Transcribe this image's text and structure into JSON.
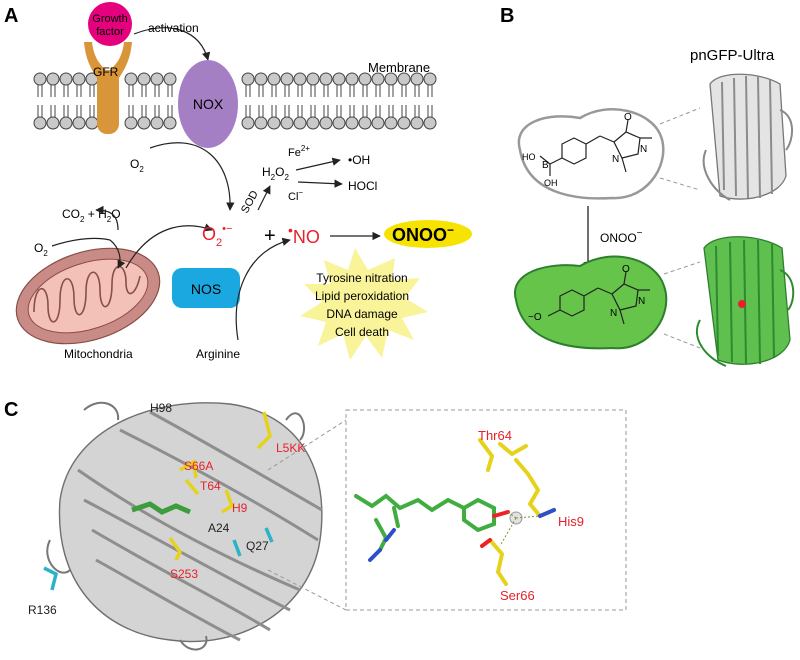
{
  "panels": {
    "a": {
      "letter": "A",
      "growth_factor_line1": "Growth",
      "growth_factor_line2": "factor",
      "gfr": "GFR",
      "activation": "activation",
      "membrane": "Membrane",
      "nox": "NOX",
      "o2_top": "O",
      "o2_top_sub": "2",
      "h2o2": "H",
      "h2o2_sub1": "2",
      "h2o2_mid": "O",
      "h2o2_sub2": "2",
      "fe": "Fe",
      "fe_sup": "2+",
      "oh": "•OH",
      "cl": "Cl",
      "cl_sup": "−",
      "hocl": "HOCl",
      "sod": "SOD",
      "co2_h2o": "CO",
      "co2_sub": "2",
      "co2_rest": " + H",
      "h2o_sub": "2",
      "h2o_rest": "O",
      "o2_left": "O",
      "o2_left_sub": "2",
      "superoxide": "O",
      "superoxide_sub": "2",
      "superoxide_sup": "•−",
      "plus": "+",
      "no": "NO",
      "no_dot": "•",
      "onoo": "ONOO",
      "onoo_sup": "−",
      "nos": "NOS",
      "mitochondria": "Mitochondria",
      "arginine": "Arginine",
      "effects": [
        "Tyrosine nitration",
        "Lipid peroxidation",
        "DNA damage",
        "Cell death"
      ]
    },
    "b": {
      "letter": "B",
      "protein_name": "pnGFP-Ultra",
      "onoo_label": "ONOO",
      "onoo_sup": "−",
      "boronic_b": "B",
      "oh1": "HO",
      "oh2": "OH",
      "o_minus": "−O",
      "ring_o": "O",
      "ring_n1": "N",
      "ring_n2": "N"
    },
    "c": {
      "letter": "C",
      "residues_left": [
        "H98",
        "L5KK",
        "S66A",
        "T64",
        "H9",
        "A24",
        "Q27",
        "S253",
        "R136"
      ],
      "residues_right": [
        "Thr64",
        "His9",
        "Ser66"
      ]
    }
  },
  "colors": {
    "red_label": "#e8202a",
    "growth_factor": "#e5007e",
    "gfr": "#d9953a",
    "nox": "#a57fc4",
    "nos": "#1ba8e0",
    "onoo_bg": "#f7e300",
    "burst": "#f9f39a",
    "mito": "#c98b86",
    "green_protein": "#3faa3f",
    "green_chrom": "#66c44a"
  }
}
